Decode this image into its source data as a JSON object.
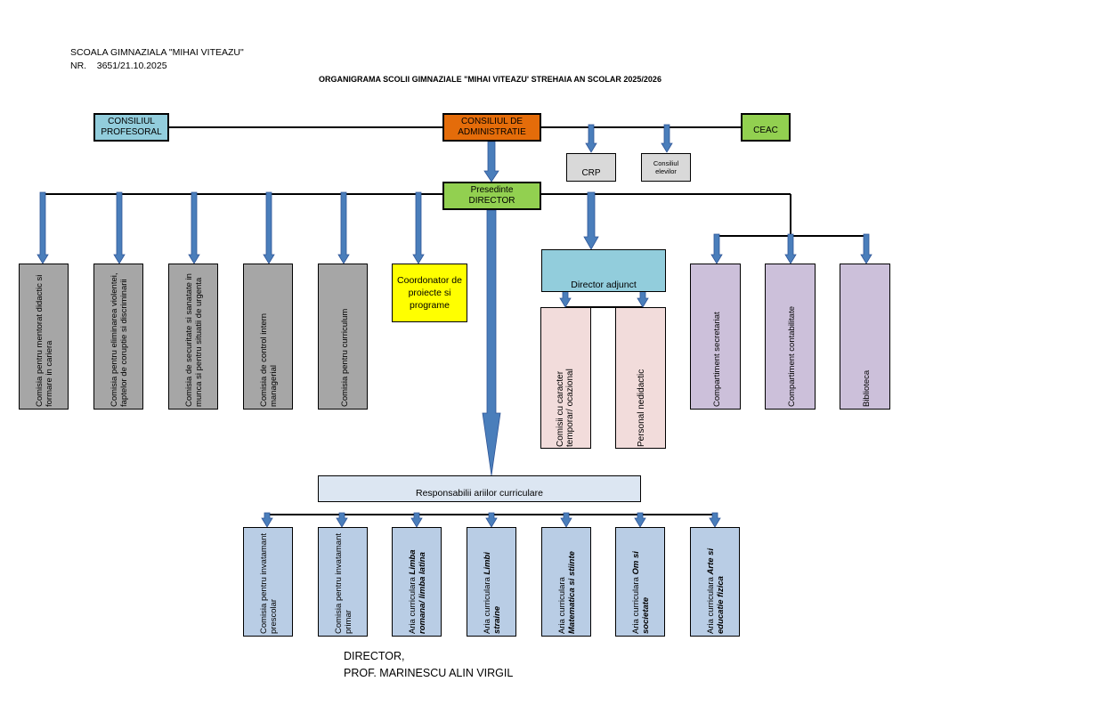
{
  "header": {
    "school": "SCOALA GIMNAZIALA \"MIHAI VITEAZU\"",
    "nr": "NR.    3651/21.10.2025",
    "title": "ORGANIGRAMA SCOLII GIMNAZIALE \"MIHAI VITEAZU' STREHAIA AN SCOLAR 2025/2026"
  },
  "top": {
    "consiliul_profesoral": "CONSILIUL PROFESORAL",
    "consiliul_administratie": "CONSILIUL DE ADMINISTRATIE",
    "ceac": "CEAC",
    "crp": "CRP",
    "consiliul_elevilor": "Consiliul elevilor"
  },
  "director": {
    "label_1": "Presedinte",
    "label_2": "DIRECTOR"
  },
  "comisii": [
    "Comisia pentru mentorat didactic si formare  in cariera",
    "Comisia pentru eliminarea violentei, faptelor de coruptie si discriminarii",
    "Comisia de securitate si sanatate in munca si pentru situatii de urgenta",
    "Comisia de control intern managerial",
    "Comisia pentru curriculum"
  ],
  "coordonator": "Coordonator de proiecte si programe",
  "director_adjunct": {
    "label": "Director adjunct",
    "children": [
      "Comisii cu caracter temporar/ ocazional",
      "Personal nedidactic"
    ]
  },
  "compartimente": [
    "Compartiment secretariat",
    "Compartiment contabilitate",
    "Biblioteca"
  ],
  "responsabili": "Responsabilii ariilor curriculare",
  "arii": [
    {
      "plain": "Comisia pentru invatamant prescolar",
      "bold": ""
    },
    {
      "plain": "Comisia pentru invatamant primar",
      "bold": ""
    },
    {
      "plain": "Aria curriculara ",
      "bold": "Limba romana/ limba latina"
    },
    {
      "plain": "Aria curriculara ",
      "bold": "Limbi straine"
    },
    {
      "plain": "Aria curriculara ",
      "bold": "Matematica si stiinte"
    },
    {
      "plain": "Aria curriculara ",
      "bold": "Om si societate"
    },
    {
      "plain": "Aria curriculara ",
      "bold": "Arte si educatie fizica"
    }
  ],
  "signature": {
    "role": "DIRECTOR,",
    "name": "PROF. MARINESCU ALIN VIRGIL"
  },
  "colors": {
    "arrow": "#4a7ebb",
    "light_blue": "#92cddc",
    "orange": "#e46c0a",
    "green": "#92d050",
    "grey": "#a6a6a6",
    "light_grey": "#d9d9d9",
    "yellow": "#ffff00",
    "pink": "#f2dcdb",
    "lavender": "#ccc0da",
    "pale_blue": "#dce6f2",
    "steel_blue": "#b9cde5"
  }
}
